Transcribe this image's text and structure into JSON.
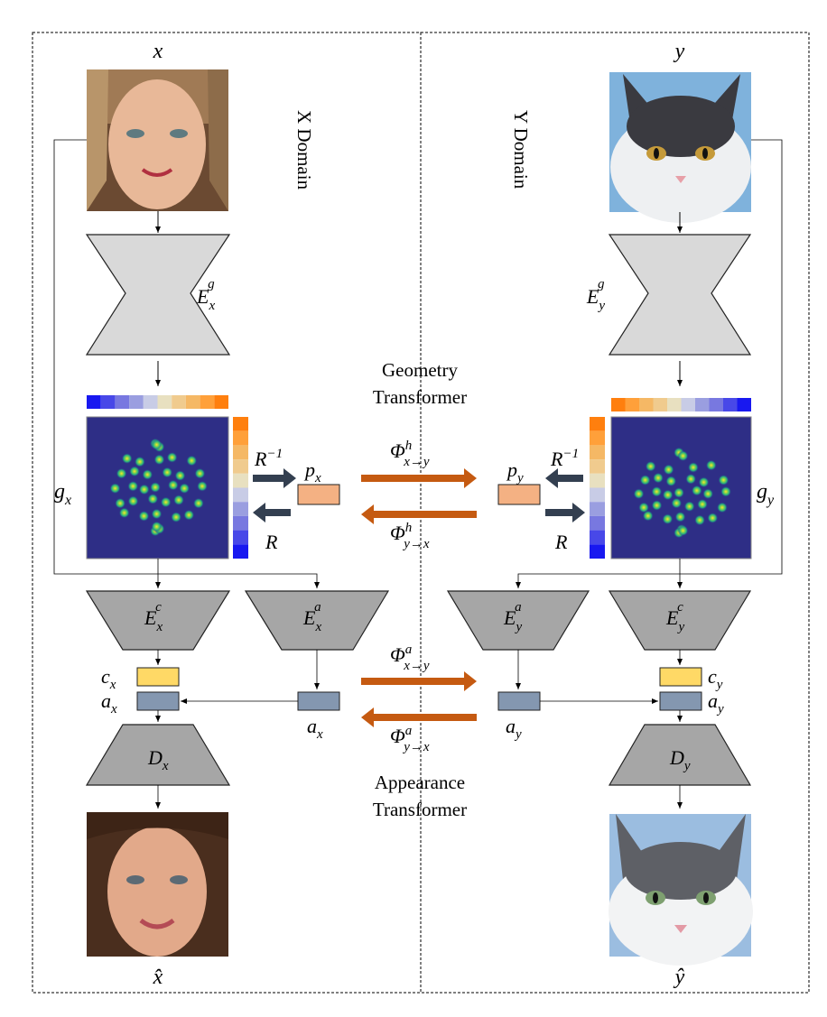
{
  "inputs": {
    "x": "x",
    "y": "y"
  },
  "outputs": {
    "x_hat": "x̂",
    "y_hat": "ŷ"
  },
  "domains": {
    "x": "X Domain",
    "y": "Y Domain"
  },
  "encoders": {
    "ex_g": {
      "base": "E",
      "sub": "x",
      "sup": "g"
    },
    "ey_g": {
      "base": "E",
      "sub": "y",
      "sup": "g"
    },
    "ex_c": {
      "base": "E",
      "sub": "x",
      "sup": "c"
    },
    "ex_a": {
      "base": "E",
      "sub": "x",
      "sup": "a"
    },
    "ey_a": {
      "base": "E",
      "sub": "y",
      "sup": "a"
    },
    "ey_c": {
      "base": "E",
      "sub": "y",
      "sup": "c"
    }
  },
  "decoders": {
    "dx": {
      "base": "D",
      "sub": "x"
    },
    "dy": {
      "base": "D",
      "sub": "y"
    }
  },
  "heatmaps": {
    "gx": {
      "base": "g",
      "sub": "x"
    },
    "gy": {
      "base": "g",
      "sub": "y"
    }
  },
  "params": {
    "px": {
      "base": "p",
      "sub": "x"
    },
    "py": {
      "base": "p",
      "sub": "y"
    }
  },
  "ops": {
    "r_inv": {
      "base": "R",
      "sup": "−1"
    },
    "r": "R"
  },
  "codes": {
    "cx": {
      "base": "c",
      "sub": "x"
    },
    "ax": {
      "base": "a",
      "sub": "x"
    },
    "cy": {
      "base": "c",
      "sub": "y"
    },
    "ay": {
      "base": "a",
      "sub": "y"
    },
    "ax_mid": {
      "base": "a",
      "sub": "x"
    },
    "ay_mid": {
      "base": "a",
      "sub": "y"
    }
  },
  "transforms": {
    "phi_h_xy": {
      "base": "Φ",
      "sup": "h",
      "sub": "x→y"
    },
    "phi_h_yx": {
      "base": "Φ",
      "sup": "h",
      "sub": "y→x"
    },
    "phi_a_xy": {
      "base": "Φ",
      "sup": "a",
      "sub": "x→y"
    },
    "phi_a_yx": {
      "base": "Φ",
      "sup": "a",
      "sub": "y→x"
    }
  },
  "modules": {
    "geometry_line1": "Geometry",
    "geometry_line2": "Transformer",
    "appearance_line1": "Appearance",
    "appearance_line2": "Transformer"
  },
  "colors": {
    "encoder_light": "#d9d9d9",
    "encoder_dark": "#a6a6a6",
    "heatmap_bg": "#2e2e86",
    "arrow_dark": "#333f50",
    "arrow_orange": "#c55a11",
    "param_fill": "#f4b183",
    "content_fill": "#ffd966",
    "appearance_fill": "#8497b0",
    "colorbar": [
      "#ff7f0e",
      "#ffa03a",
      "#f5b865",
      "#f0cb8e",
      "#e8e0c0",
      "#c8cce6",
      "#9a9ee0",
      "#7878e0",
      "#4848e8",
      "#1818f0"
    ]
  }
}
